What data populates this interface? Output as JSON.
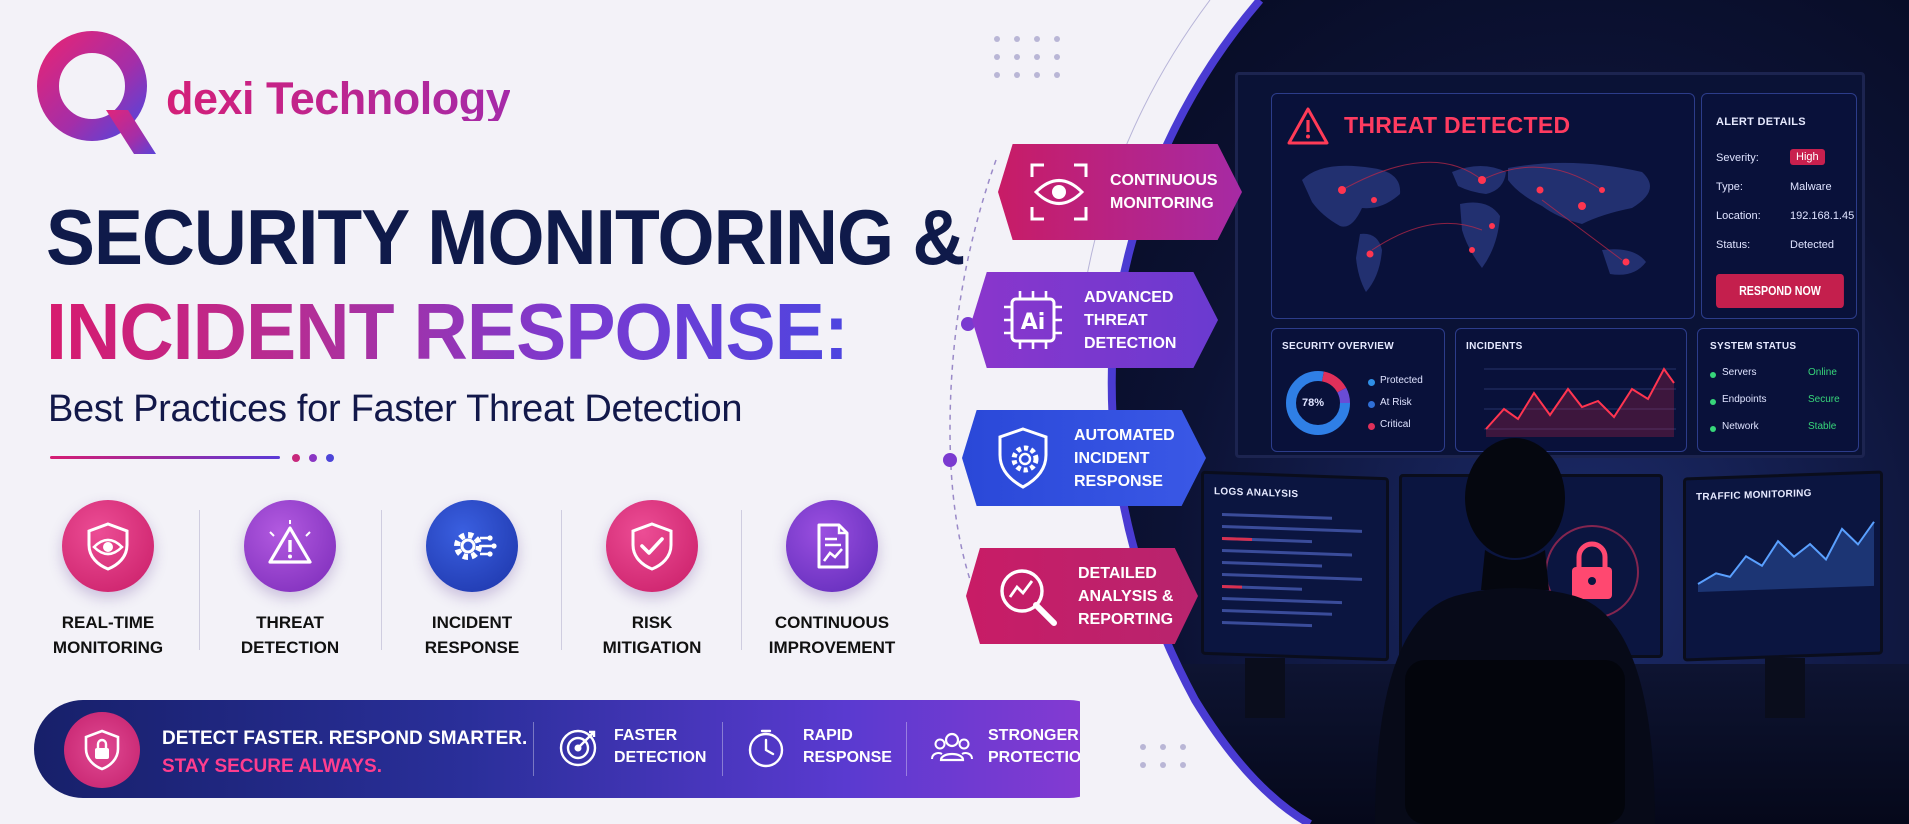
{
  "brand": {
    "name": "dexi Technology"
  },
  "headline": {
    "line1": "SECURITY MONITORING &",
    "line2": "INCIDENT RESPONSE:",
    "subtitle": "Best Practices for Faster Threat Detection"
  },
  "features": [
    {
      "line1": "REAL-TIME",
      "line2": "MONITORING",
      "icon": "eye-shield-icon",
      "color": "#d62570"
    },
    {
      "line1": "THREAT",
      "line2": "DETECTION",
      "icon": "warning-triangle-icon",
      "color": "#8d33c8"
    },
    {
      "line1": "INCIDENT",
      "line2": "RESPONSE",
      "icon": "gear-network-icon",
      "color": "#2747c8"
    },
    {
      "line1": "RISK",
      "line2": "MITIGATION",
      "icon": "shield-check-icon",
      "color": "#d62570"
    },
    {
      "line1": "CONTINUOUS",
      "line2": "IMPROVEMENT",
      "icon": "report-chart-icon",
      "color": "#7a36c8"
    }
  ],
  "tags": [
    {
      "line1": "CONTINUOUS",
      "line2": "MONITORING",
      "line3": "",
      "icon": "eye-scan-icon"
    },
    {
      "line1": "ADVANCED",
      "line2": "THREAT",
      "line3": "DETECTION",
      "icon": "ai-chip-icon",
      "chip_text": "Ai"
    },
    {
      "line1": "AUTOMATED",
      "line2": "INCIDENT",
      "line3": "RESPONSE",
      "icon": "shield-gear-icon"
    },
    {
      "line1": "DETAILED",
      "line2": "ANALYSIS &",
      "line3": "REPORTING",
      "icon": "magnifier-chart-icon"
    }
  ],
  "banner": {
    "tagline1": "DETECT FASTER. RESPOND SMARTER.",
    "tagline2": "STAY SECURE ALWAYS.",
    "items": [
      {
        "line1": "FASTER",
        "line2": "DETECTION",
        "icon": "target-icon"
      },
      {
        "line1": "RAPID",
        "line2": "RESPONSE",
        "icon": "stopwatch-icon"
      },
      {
        "line1": "STRONGER",
        "line2": "PROTECTION",
        "icon": "users-icon"
      }
    ]
  },
  "dashboard": {
    "threat_title": "THREAT DETECTED",
    "alert": {
      "title": "ALERT DETAILS",
      "rows": [
        {
          "k": "Severity:",
          "v": "High"
        },
        {
          "k": "Type:",
          "v": "Malware"
        },
        {
          "k": "Location:",
          "v": "192.168.1.45"
        },
        {
          "k": "Status:",
          "v": "Detected"
        }
      ],
      "button": "RESPOND NOW"
    },
    "overview": {
      "title": "SECURITY OVERVIEW",
      "percent": "78%",
      "legend": [
        "Protected",
        "At Risk",
        "Critical"
      ]
    },
    "incidents_title": "INCIDENTS",
    "system": {
      "title": "SYSTEM STATUS",
      "rows": [
        {
          "k": "Servers",
          "v": "Online"
        },
        {
          "k": "Endpoints",
          "v": "Secure"
        },
        {
          "k": "Network",
          "v": "Stable"
        }
      ]
    },
    "logs_title": "LOGS ANALYSIS",
    "traffic_title": "TRAFFIC MONITORING"
  },
  "colors": {
    "navy": "#0f1a4a",
    "pink": "#d71b6e",
    "purple": "#7b3ad0",
    "blue": "#2747c8"
  }
}
